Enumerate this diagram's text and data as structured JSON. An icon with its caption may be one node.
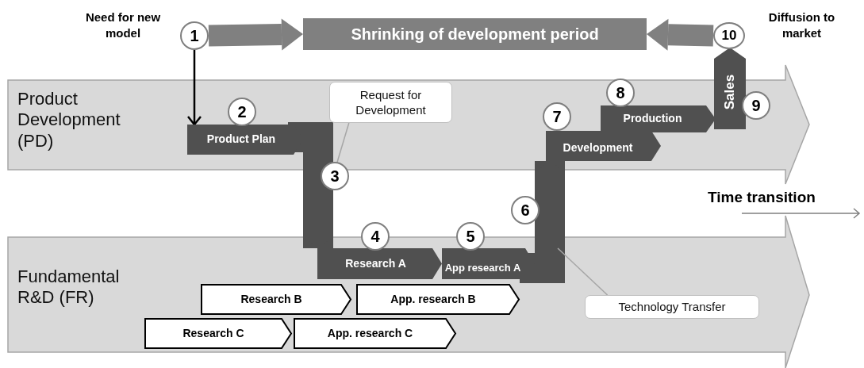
{
  "diagram": {
    "nodes": [
      {
        "text": [
          "1"
        ],
        "beside": [
          "Need for new model"
        ]
      },
      {
        "text": [
          "Shrinking of development period"
        ]
      },
      {
        "text": [
          "10"
        ],
        "beside": [
          "Diffusion to market"
        ]
      },
      {
        "text": [
          "Product Development (PD)"
        ]
      },
      {
        "text": [
          "2"
        ],
        "in": 3
      },
      {
        "text": [
          "Product Plan"
        ],
        "in": 3
      },
      {
        "text": [
          "Request for Development"
        ],
        "in": 3
      },
      {
        "text": [
          "3"
        ]
      },
      {
        "text": [
          "7"
        ],
        "in": 3
      },
      {
        "text": [
          "Development"
        ],
        "in": 3
      },
      {
        "text": [
          "8"
        ],
        "in": 3
      },
      {
        "text": [
          "Production"
        ],
        "in": 3
      },
      {
        "text": [
          "Sales"
        ]
      },
      {
        "text": [
          "9"
        ],
        "in": 3
      },
      {
        "text": [
          "6"
        ]
      },
      {
        "text": [
          "Fundamental R&D (FR)"
        ]
      },
      {
        "text": [
          "4"
        ]
      },
      {
        "text": [
          "Research A"
        ],
        "in": 15
      },
      {
        "text": [
          "5"
        ]
      },
      {
        "text": [
          "App research A"
        ],
        "in": 15
      },
      {
        "text": [
          "Research B"
        ],
        "in": 15
      },
      {
        "text": [
          "App. research B"
        ],
        "in": 15
      },
      {
        "text": [
          "Research C"
        ],
        "in": 15
      },
      {
        "text": [
          "App. research C"
        ],
        "in": 15
      },
      {
        "text": [
          "Technology Transfer"
        ],
        "in": 15
      }
    ],
    "edges": [
      {
        "from": 0,
        "to": 1,
        "arrow": "to",
        "color": "#808080"
      },
      {
        "from": 2,
        "to": 1,
        "arrow": "to",
        "color": "#808080"
      },
      {
        "from": 0,
        "to": 5,
        "arrow": "to",
        "color": "#000000"
      },
      {
        "from": 5,
        "to": 17,
        "arrow": "to",
        "color": "#505050"
      },
      {
        "from": 19,
        "to": 9,
        "arrow": "to",
        "color": "#505050"
      },
      {
        "from": 6,
        "to": 7,
        "arrow": "none",
        "color": "#a6a6a6"
      },
      {
        "from": 24,
        "to": null,
        "arrow": "none",
        "color": "#a6a6a6"
      }
    ],
    "labels": [
      "Time transition"
    ]
  }
}
